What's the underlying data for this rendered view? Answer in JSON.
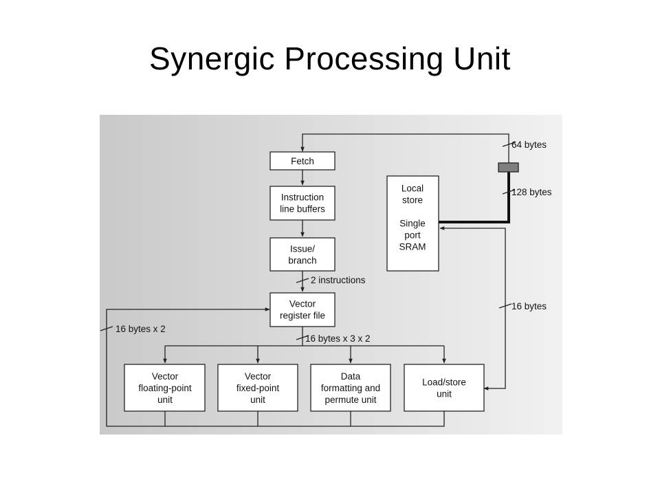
{
  "title": "Synergic Processing Unit",
  "blocks": {
    "fetch": [
      "Fetch"
    ],
    "instr_buffers": [
      "Instruction",
      "line buffers"
    ],
    "issue": [
      "Issue/",
      "branch"
    ],
    "vreg": [
      "Vector",
      "register file"
    ],
    "local_store": [
      "Local",
      "store",
      "",
      "Single",
      "port",
      "SRAM"
    ],
    "vfp": [
      "Vector",
      "floating-point",
      "unit"
    ],
    "vfx": [
      "Vector",
      "fixed-point",
      "unit"
    ],
    "dfp": [
      "Data",
      "formatting and",
      "permute unit"
    ],
    "ls": [
      "Load/store",
      "unit"
    ]
  },
  "labels": {
    "b64": "64 bytes",
    "b128": "128 bytes",
    "instr2": "2 instructions",
    "b16": "16 bytes",
    "b16x2": "16 bytes x 2",
    "b16x3x2": "16 bytes x 3 x 2"
  },
  "colors": {
    "panel_left": "#c9c9c9",
    "panel_right": "#f1f1f1",
    "bus_register": "#7f7f7f"
  }
}
